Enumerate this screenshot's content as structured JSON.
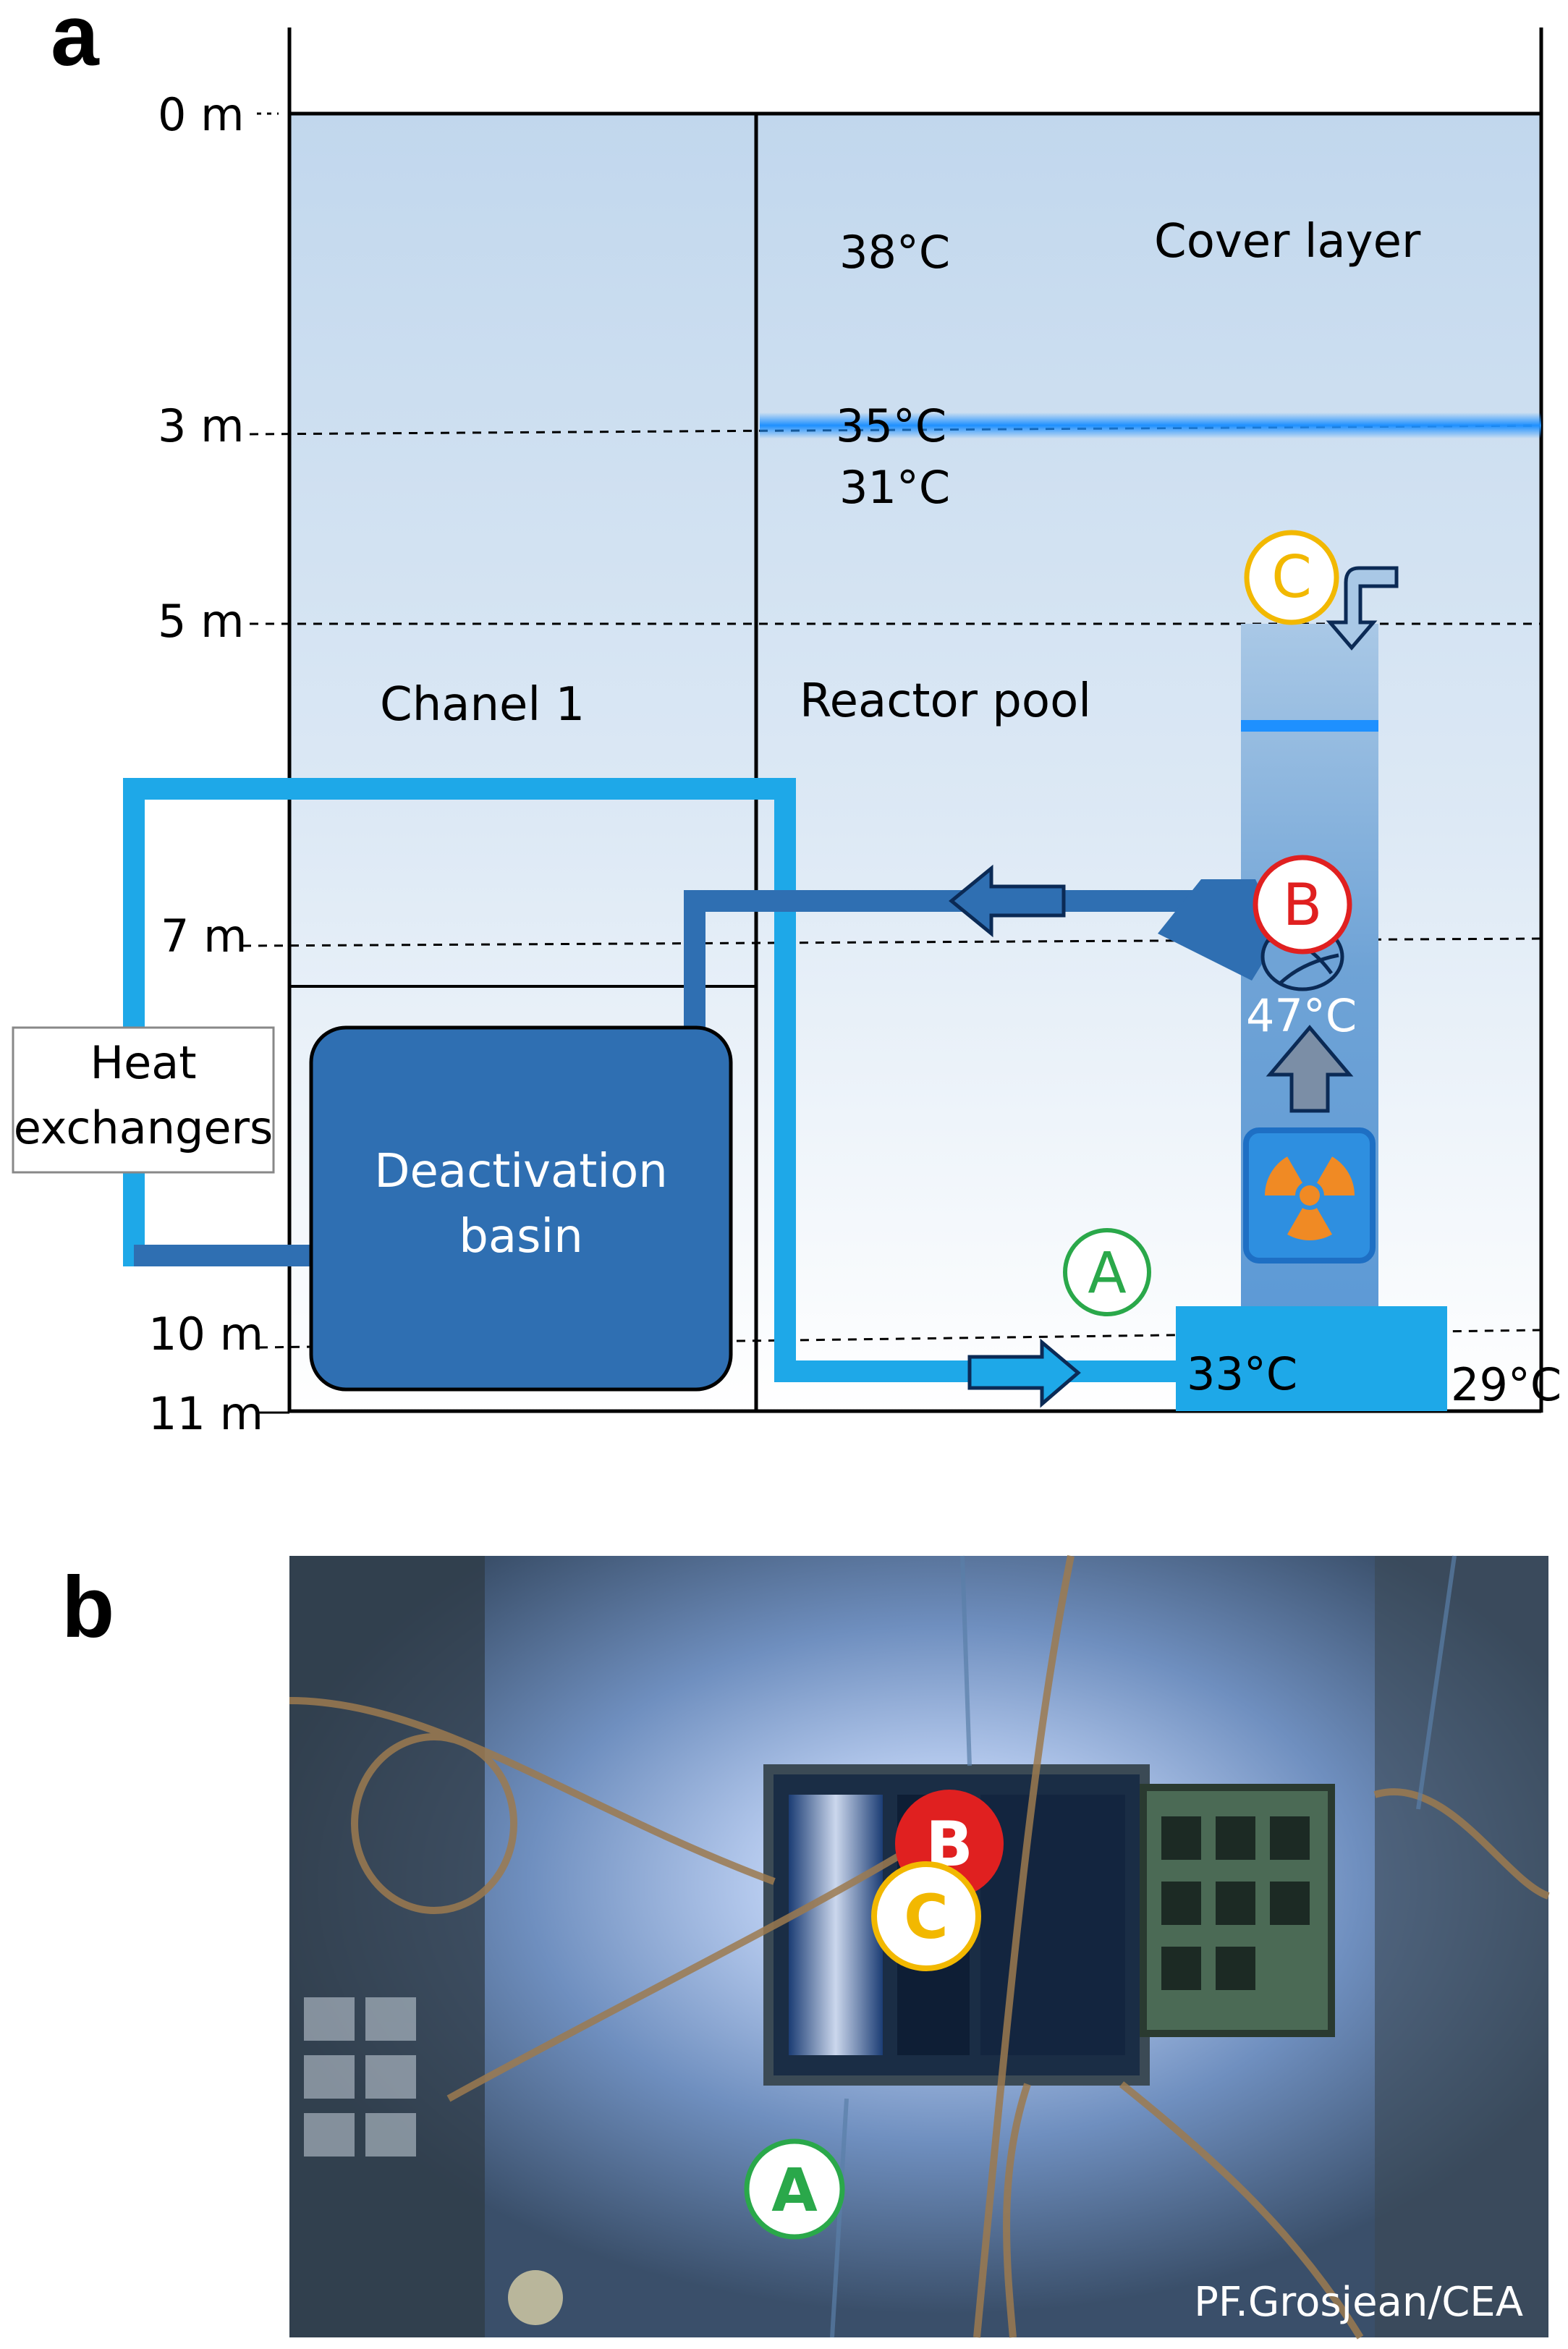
{
  "panel_a": {
    "panel_label": "a",
    "depth_labels": [
      "0 m",
      "3 m",
      "5 m",
      "7 m",
      "10 m",
      "11 m"
    ],
    "region_labels": {
      "chanel": "Chanel 1",
      "reactor_pool": "Reactor pool",
      "cover_layer": "Cover layer",
      "heat_exchangers_line1": "Heat",
      "heat_exchangers_line2": "exchangers",
      "deactivation_line1": "Deactivation",
      "deactivation_line2": "basin"
    },
    "temperatures": {
      "t_top": "38°C",
      "t_interface": "35°C",
      "t_below": "31°C",
      "t_outlet": "47°C",
      "t_inlet": "33°C",
      "t_bottom": "29°C"
    },
    "markers": {
      "a": "A",
      "b": "B",
      "c": "C"
    },
    "colors": {
      "pool_top": "#c3d9ee",
      "pool_bottom": "#ffffff",
      "light_pipe": "#1ea8e8",
      "dark_pipe": "#2f6fb2",
      "basin": "#2f6fb2",
      "marker_a": "#2aa84a",
      "marker_b": "#e02020",
      "marker_c": "#f2b800",
      "radiation": "#f08a24"
    },
    "icons": [
      "radiation-icon",
      "flow-arrow-icon",
      "pump-icon"
    ]
  },
  "panel_b": {
    "panel_label": "b",
    "credit": "PF.Grosjean/CEA",
    "markers": {
      "a": "A",
      "b": "B",
      "c": "C"
    }
  }
}
